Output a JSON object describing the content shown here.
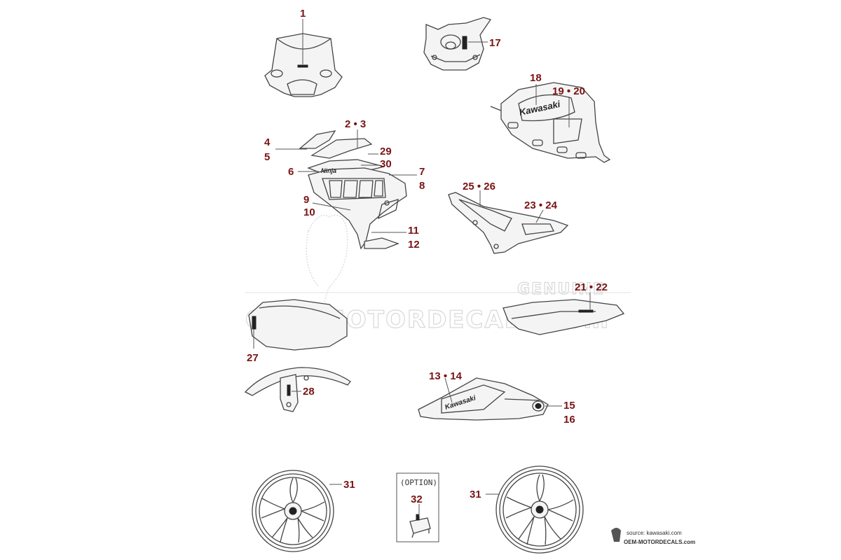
{
  "labels": {
    "p1": "1",
    "p17": "17",
    "p18": "18",
    "p19_20": "19 • 20",
    "p2_3": "2 • 3",
    "p4": "4",
    "p5": "5",
    "p29": "29",
    "p30": "30",
    "p6": "6",
    "p7": "7",
    "p8": "8",
    "p9": "9",
    "p10": "10",
    "p11": "11",
    "p12": "12",
    "p25_26": "25 • 26",
    "p23_24": "23 • 24",
    "p21_22": "21 • 22",
    "p27": "27",
    "p28": "28",
    "p13_14": "13 • 14",
    "p15": "15",
    "p16": "16",
    "p31_left": "31",
    "p31_right": "31",
    "p32": "32"
  },
  "option_label": "(OPTION)",
  "decal_text": {
    "tank": "Kawasaki",
    "belly": "Kawasaki"
  },
  "watermark": {
    "main": "OEM-MOTORDECALS.com",
    "genuine": "GENUINE"
  },
  "source": {
    "line1": "source: kawasaki.com",
    "line2": "OEM-MOTORDECALS.com"
  },
  "colors": {
    "label": "#7a1414",
    "line": "#444444"
  }
}
